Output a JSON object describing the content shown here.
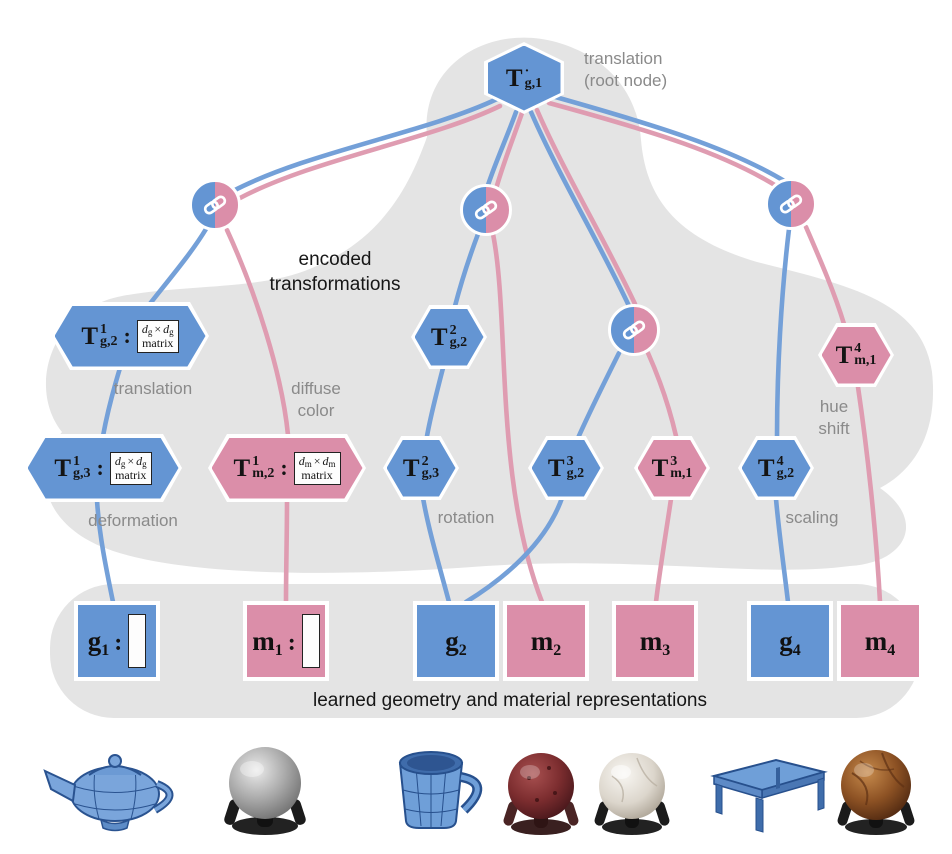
{
  "colors": {
    "blue": "#6495d3",
    "pink": "#db8ea9",
    "edge_blue": "#74a0d8",
    "edge_pink": "#df9cb1",
    "blob": "#e4e4e4",
    "gray_text": "#8a8a8a"
  },
  "icons": {
    "chain-link-icon": "two interlocked chain rings"
  },
  "root": {
    "base": "T",
    "sup": "·",
    "sub": "g,1",
    "note_line1": "translation",
    "note_line2": "(root node)"
  },
  "labels": {
    "encoded_line1": "encoded",
    "encoded_line2": "transformations",
    "caption": "learned geometry and material representations"
  },
  "hexes": {
    "t1g2": {
      "base": "T",
      "sup": "1",
      "sub": "g,2",
      "colon": ":",
      "matrix": {
        "d": "d",
        "s": "g",
        "times": "×",
        "word": "matrix"
      },
      "note": "translation"
    },
    "t1g3": {
      "base": "T",
      "sup": "1",
      "sub": "g,3",
      "colon": ":",
      "matrix": {
        "d": "d",
        "s": "g",
        "times": "×",
        "word": "matrix"
      },
      "note": "deformation"
    },
    "t1m2": {
      "base": "T",
      "sup": "1",
      "sub": "m,2",
      "colon": ":",
      "matrix": {
        "d": "d",
        "s": "m",
        "times": "×",
        "word": "matrix"
      },
      "note_line1": "diffuse",
      "note_line2": "color"
    },
    "t2g2": {
      "base": "T",
      "sup": "2",
      "sub": "g,2"
    },
    "t2g3": {
      "base": "T",
      "sup": "2",
      "sub": "g,3",
      "note": "rotation"
    },
    "t3g2": {
      "base": "T",
      "sup": "3",
      "sub": "g,2"
    },
    "t3m1": {
      "base": "T",
      "sup": "3",
      "sub": "m,1"
    },
    "t4g2": {
      "base": "T",
      "sup": "4",
      "sub": "g,2",
      "note": "scaling"
    },
    "t4m1": {
      "base": "T",
      "sup": "4",
      "sub": "m,1",
      "note_line1": "hue",
      "note_line2": "shift"
    }
  },
  "squares": {
    "g1": {
      "base": "g",
      "sub": "1",
      "colon": ":"
    },
    "m1": {
      "base": "m",
      "sub": "1",
      "colon": ":"
    },
    "g2": {
      "base": "g",
      "sub": "2"
    },
    "m2": {
      "base": "m",
      "sub": "2"
    },
    "m3": {
      "base": "m",
      "sub": "3"
    },
    "g4": {
      "base": "g",
      "sub": "4"
    },
    "m4": {
      "base": "m",
      "sub": "4"
    }
  },
  "thumbnails": [
    "teapot",
    "gray-material-sphere",
    "mug",
    "red-material-sphere",
    "marble-material-sphere",
    "table",
    "wood-material-sphere"
  ]
}
